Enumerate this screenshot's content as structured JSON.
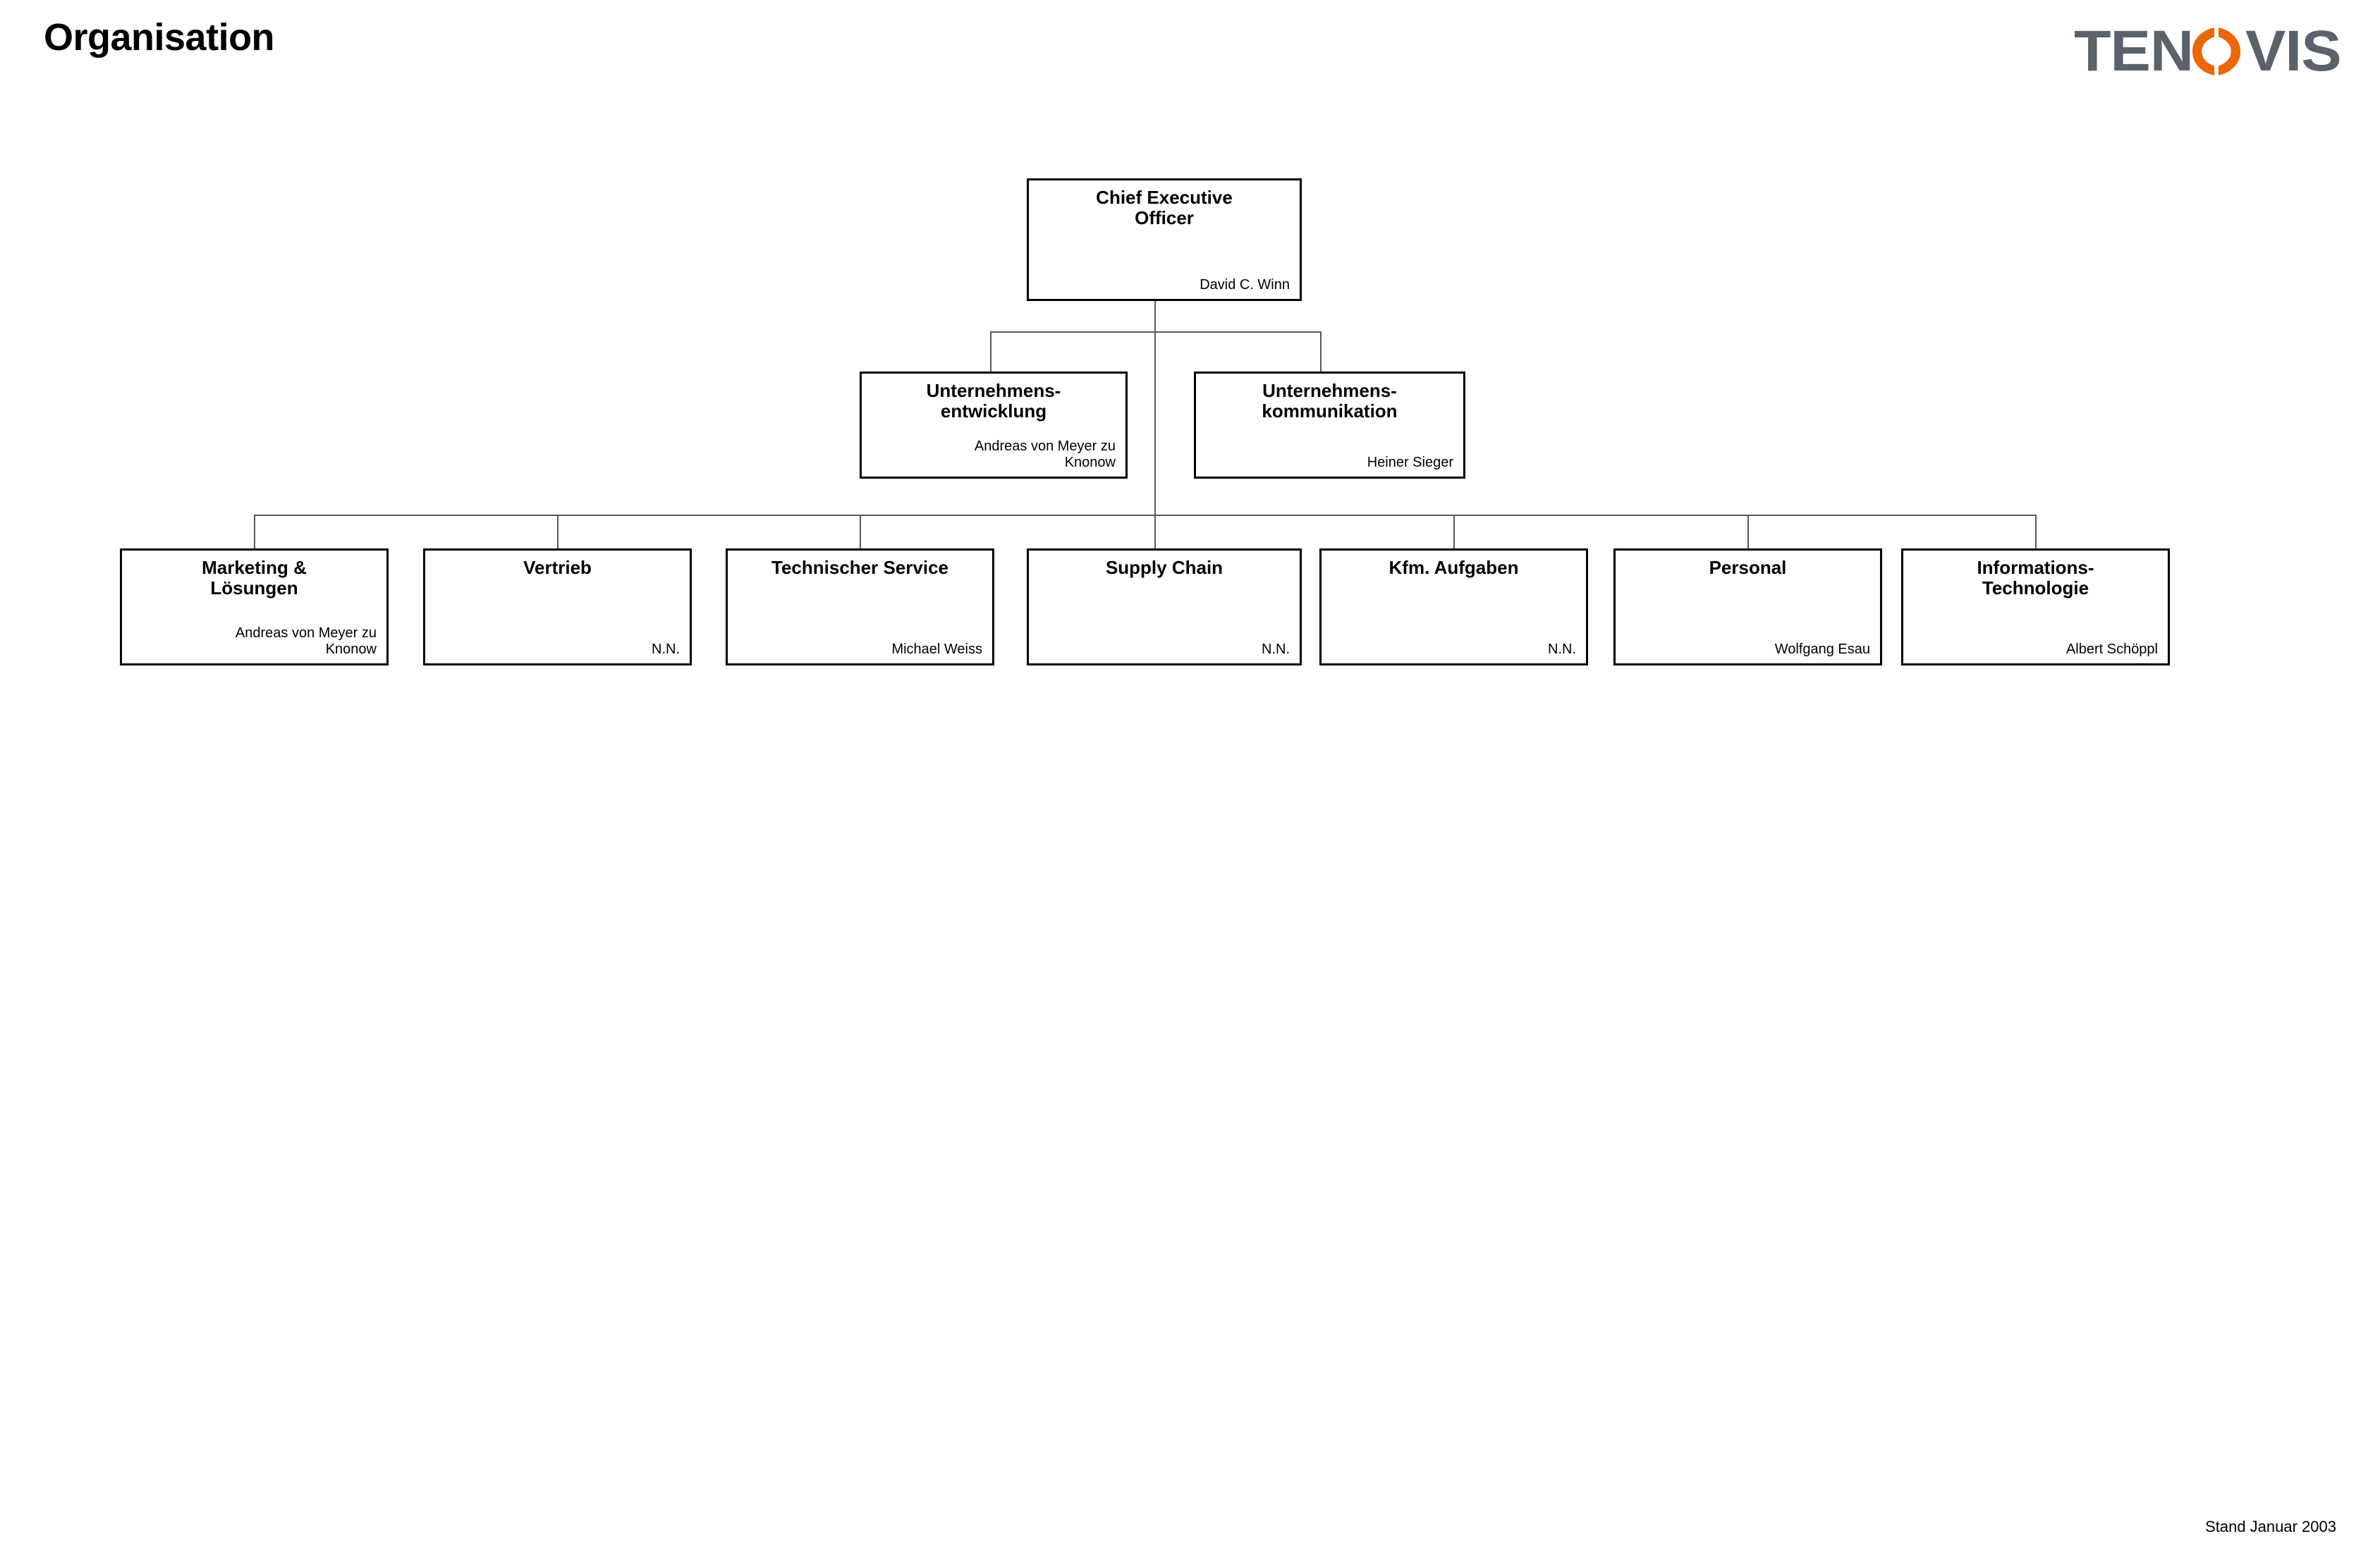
{
  "page": {
    "title": "Organisation",
    "footer": "Stand Januar 2003"
  },
  "logo": {
    "text_before": "TEN",
    "text_after": "VIS",
    "icon": "tenovis-o-icon",
    "gray": "#5a636b",
    "orange": "#ec6608"
  },
  "chart_data": {
    "type": "org-chart",
    "title": "Organisation",
    "levels": [
      {
        "level": 1,
        "nodes": [
          {
            "title": "Chief Executive\nOfficer",
            "person": "David C. Winn"
          }
        ]
      },
      {
        "level": 2,
        "nodes": [
          {
            "title": "Unternehmens-\nentwicklung",
            "person": "Andreas von Meyer zu\nKnonow"
          },
          {
            "title": "Unternehmens-\nkommunikation",
            "person": "Heiner Sieger"
          }
        ]
      },
      {
        "level": 3,
        "nodes": [
          {
            "title": "Marketing &\nLösungen",
            "person": "Andreas von Meyer zu\nKnonow"
          },
          {
            "title": "Vertrieb",
            "person": "N.N."
          },
          {
            "title": "Technischer Service",
            "person": "Michael Weiss"
          },
          {
            "title": "Supply Chain",
            "person": "N.N."
          },
          {
            "title": "Kfm. Aufgaben",
            "person": "N.N."
          },
          {
            "title": "Personal",
            "person": "Wolfgang Esau"
          },
          {
            "title": "Informations-\nTechnologie",
            "person": "Albert Schöppl"
          }
        ]
      }
    ],
    "edges": [
      {
        "from": "Chief Executive Officer",
        "to": "Unternehmens-entwicklung"
      },
      {
        "from": "Chief Executive Officer",
        "to": "Unternehmens-kommunikation"
      },
      {
        "from": "Chief Executive Officer",
        "to": "Marketing & Lösungen"
      },
      {
        "from": "Chief Executive Officer",
        "to": "Vertrieb"
      },
      {
        "from": "Chief Executive Officer",
        "to": "Technischer Service"
      },
      {
        "from": "Chief Executive Officer",
        "to": "Supply Chain"
      },
      {
        "from": "Chief Executive Officer",
        "to": "Kfm. Aufgaben"
      },
      {
        "from": "Chief Executive Officer",
        "to": "Personal"
      },
      {
        "from": "Chief Executive Officer",
        "to": "Informations-Technologie"
      }
    ]
  }
}
